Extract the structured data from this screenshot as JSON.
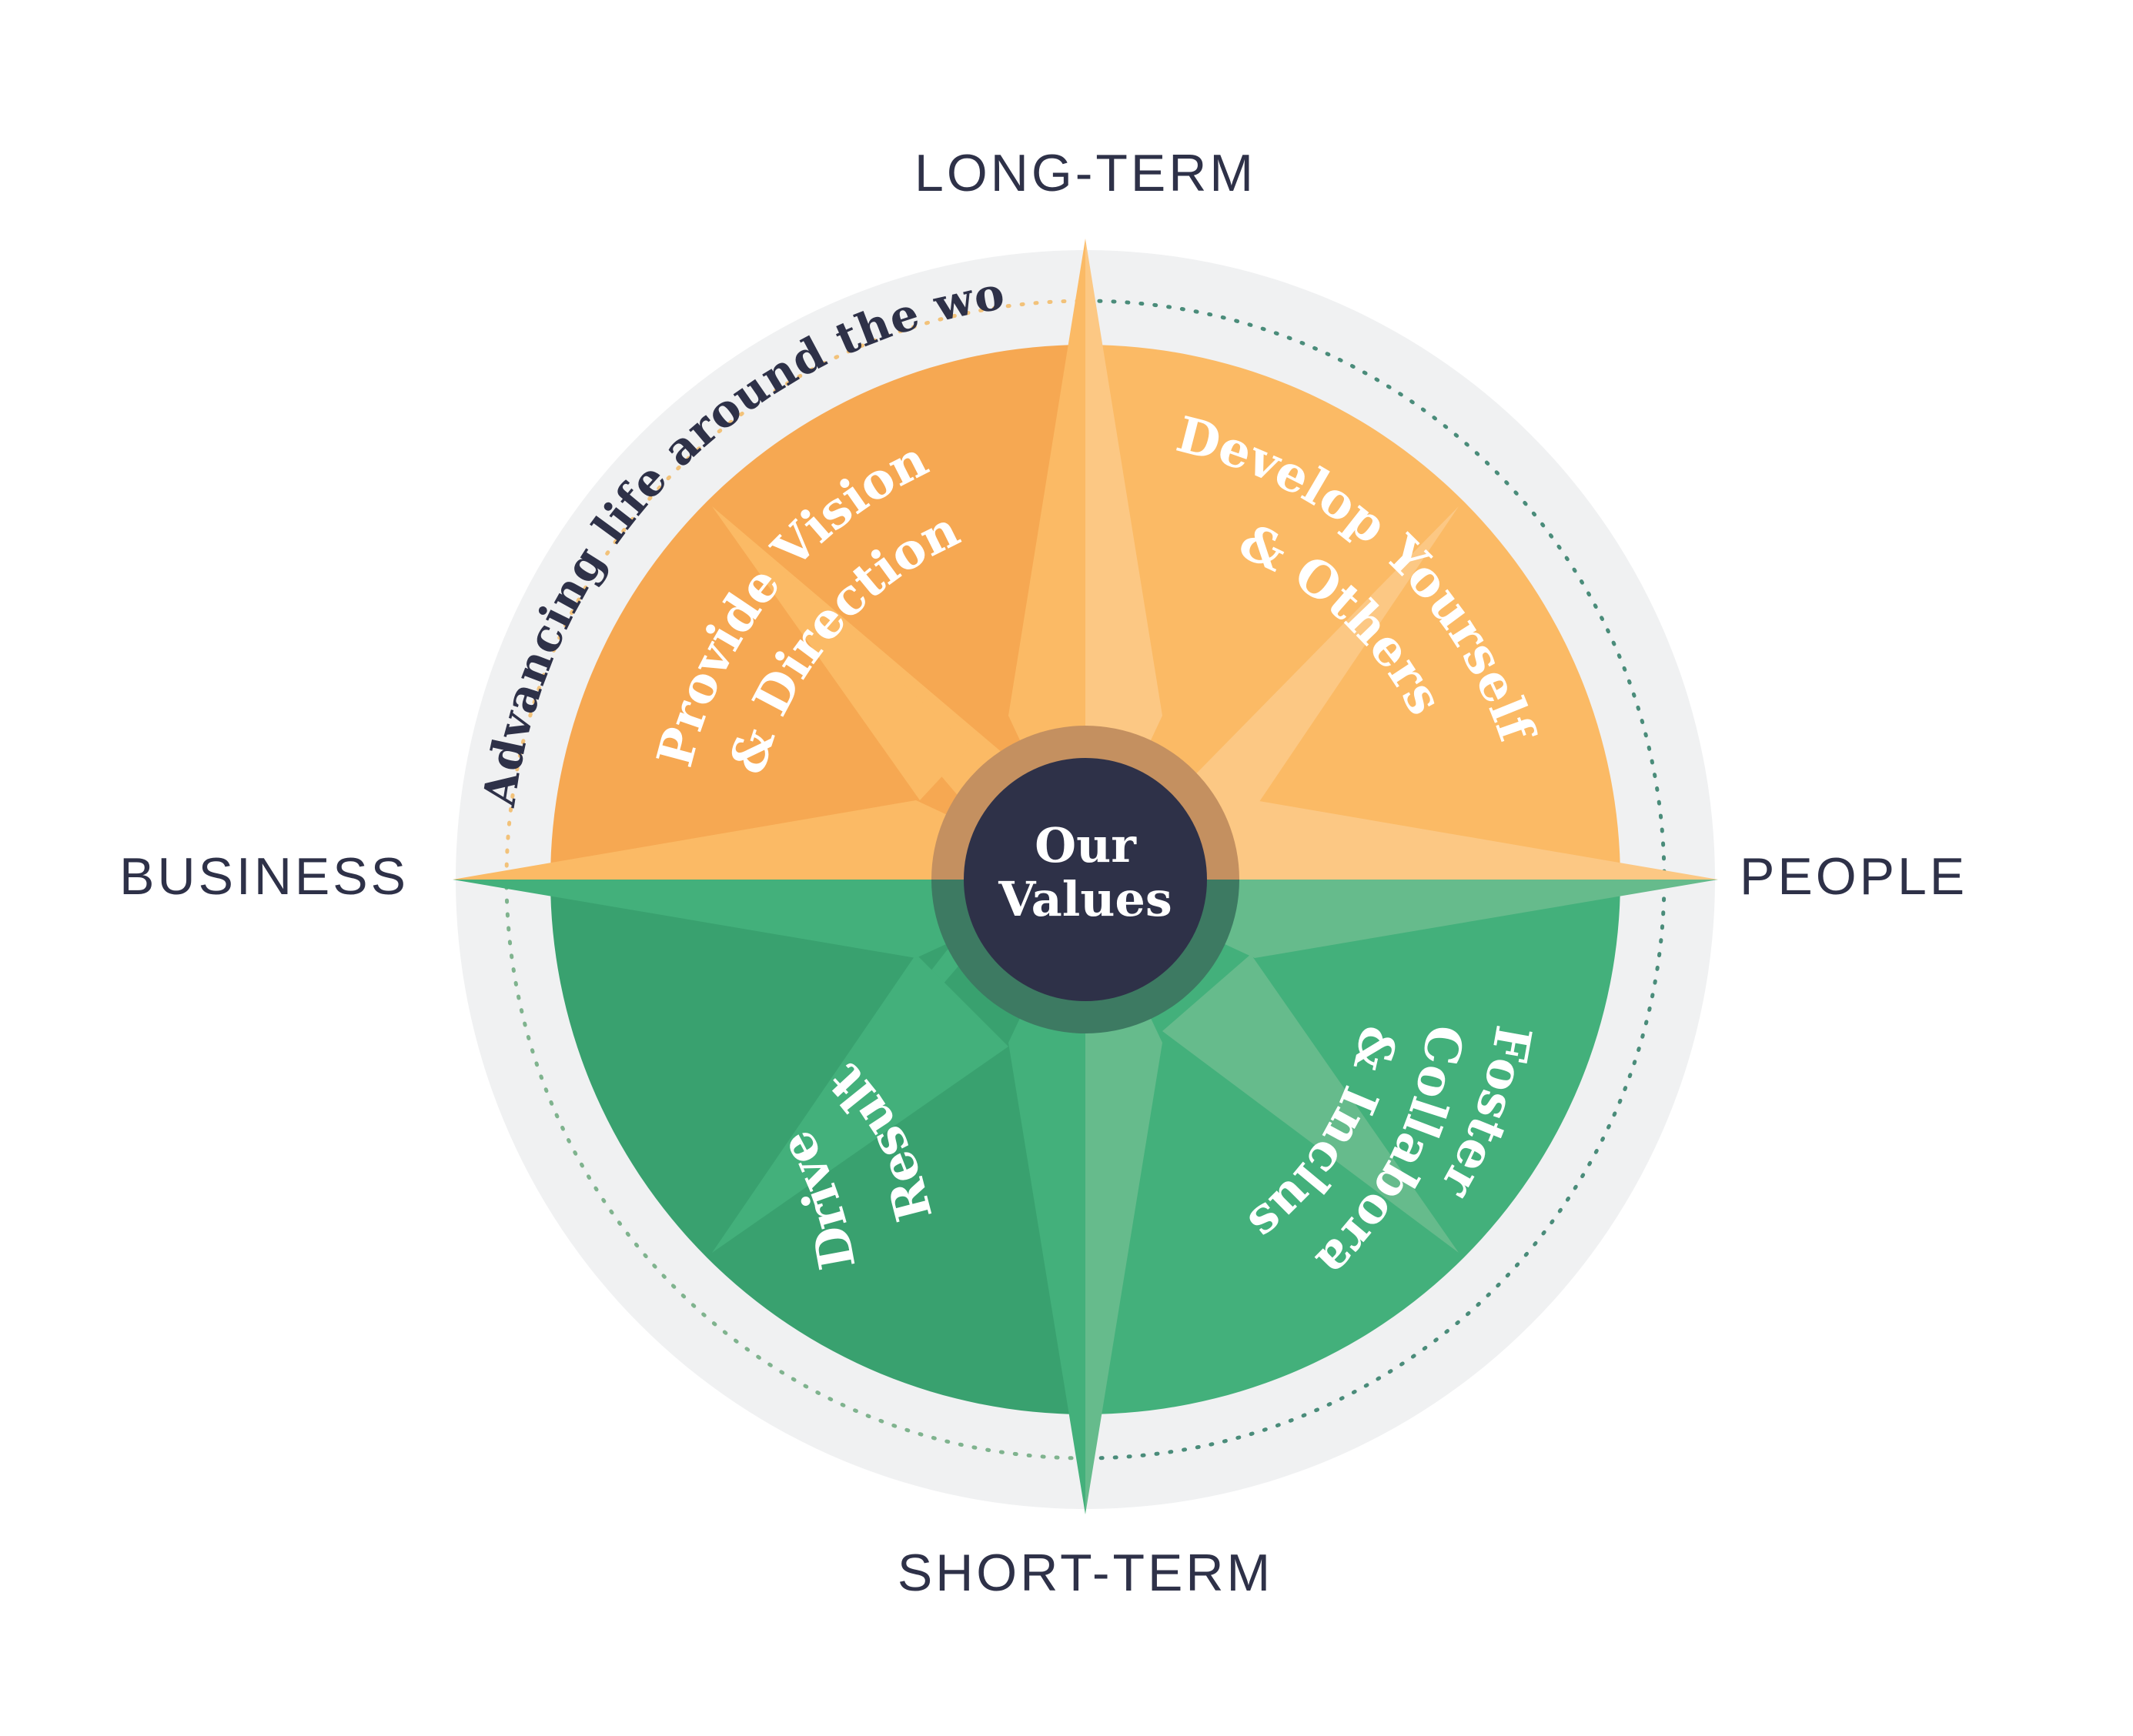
{
  "axes": {
    "top": "LONG-TERM",
    "bottom": "SHORT-TERM",
    "left": "BUSINESS",
    "right": "PEOPLE"
  },
  "ring_text": "Advancing life around the world",
  "center": {
    "line1": "Our",
    "line2": "Values"
  },
  "quadrants": {
    "top_left": {
      "line1": "Provide Vision",
      "line2": "& Direction"
    },
    "top_right": {
      "line1": "Develop Yourself",
      "line2": "& Others"
    },
    "bottom_left": {
      "line1": "Drive",
      "line2": "Results"
    },
    "bottom_right": {
      "line1": "Foster",
      "line2": "Collaboration",
      "line3": "& Inclusion"
    }
  },
  "colors": {
    "orange_dark": "#f6a852",
    "orange_light": "#fbba65",
    "orange_pale": "#fcc884",
    "green_dark": "#39a16f",
    "green_mid": "#43b07b",
    "green_light": "#66bb8c",
    "ring": "#f0f1f2",
    "navy": "#2e3148",
    "text_white": "#ffffff"
  }
}
